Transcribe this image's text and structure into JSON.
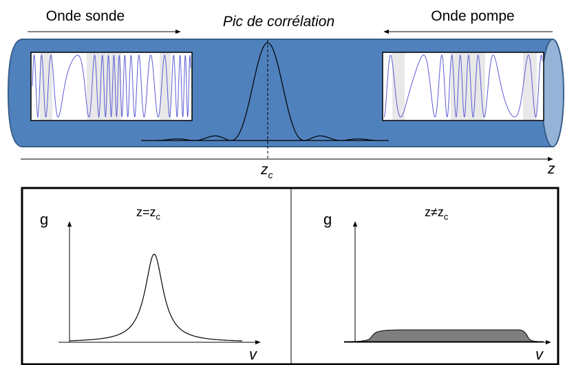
{
  "top": {
    "probe_label": "Onde sonde",
    "pump_label": "Onde pompe",
    "peak_label": "Pic de corrélation",
    "axis_label": "z",
    "zc_main": "z",
    "zc_sub": "c"
  },
  "panels": [
    {
      "condition_main": "z=z",
      "condition_sub": "c",
      "y_label": "g",
      "x_label": "v"
    },
    {
      "condition_main": "z≠z",
      "condition_sub": "c",
      "y_label": "g",
      "x_label": "v"
    }
  ],
  "colors": {
    "fiber_body": "#4f81bd",
    "fiber_edge": "#385d8a",
    "fiber_end": "#95b3d7",
    "wave": "#5b5bd6",
    "wave_bg": "#e8e8e8",
    "flat_fill": "#7f7f7f"
  }
}
